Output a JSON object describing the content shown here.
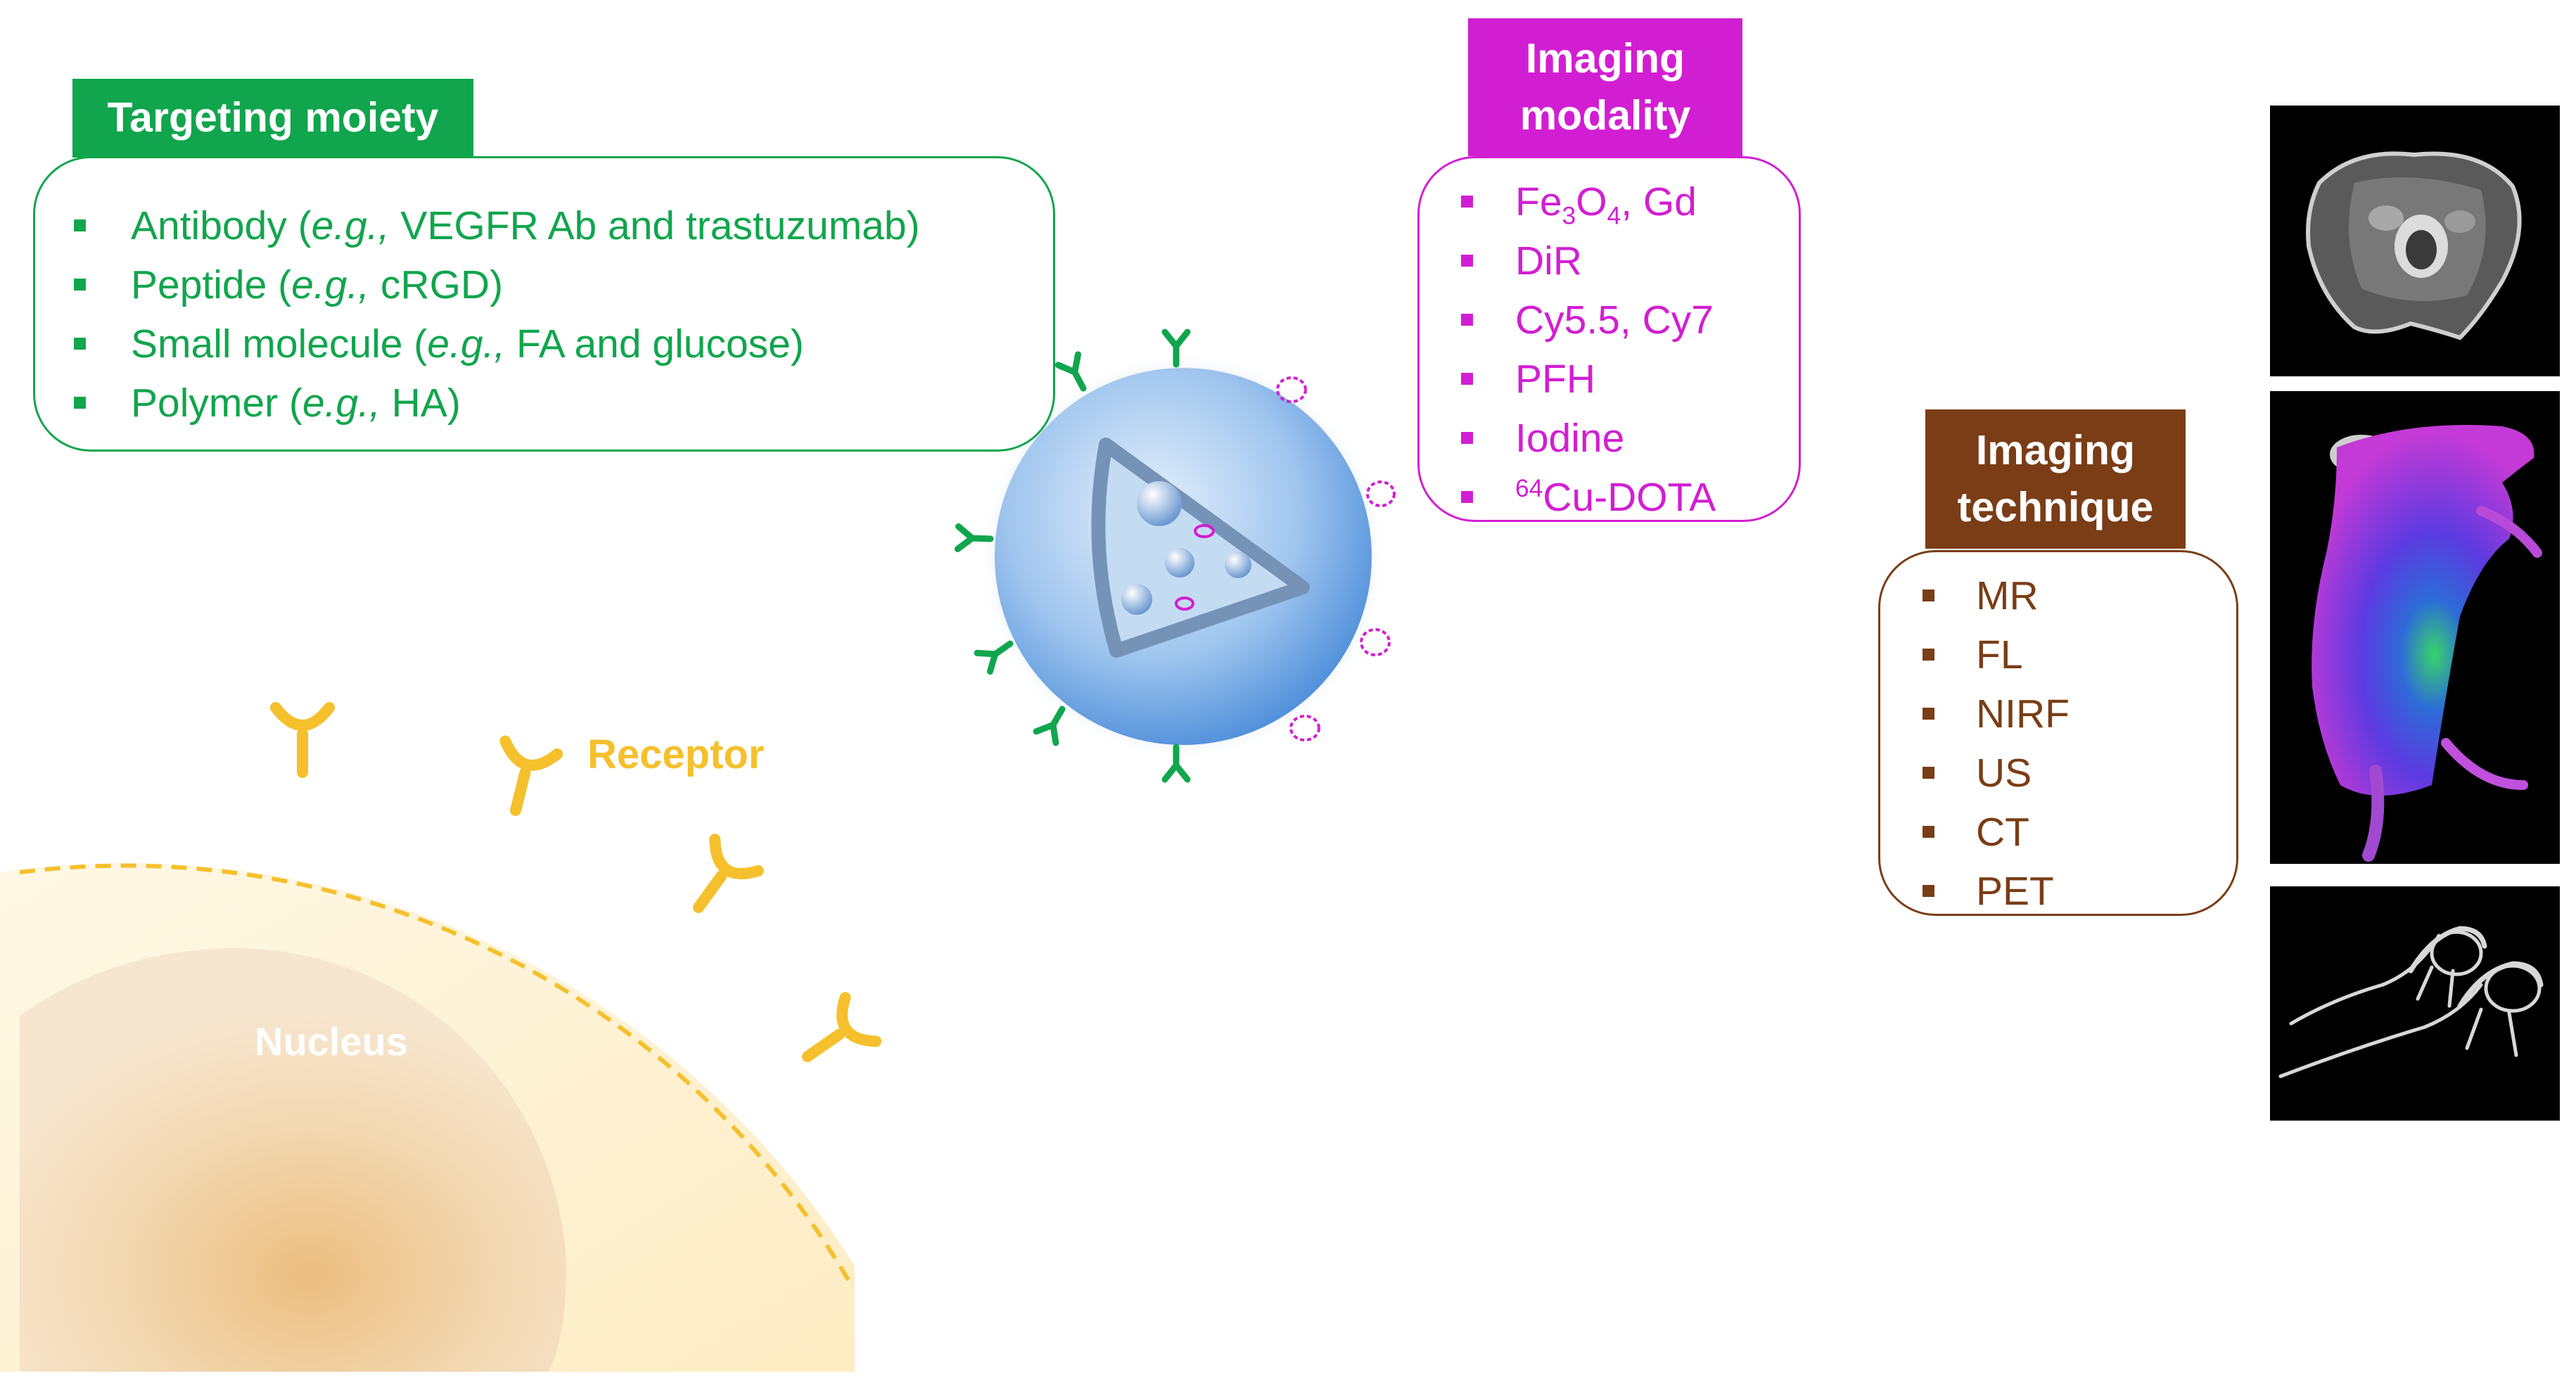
{
  "targeting_moiety": {
    "title": "Targeting moiety",
    "items": [
      {
        "name": "Antibody (",
        "eg": "e.g.,",
        "rest": " VEGFR Ab and trastuzumab)"
      },
      {
        "name": "Peptide (",
        "eg": "e.g.,",
        "rest": " cRGD)"
      },
      {
        "name": "Small molecule (",
        "eg": "e.g.,",
        "rest": " FA and glucose)"
      },
      {
        "name": "Polymer (",
        "eg": "e.g.,",
        "rest": " HA)"
      }
    ]
  },
  "imaging_modality": {
    "title": "Imaging modality",
    "items": [
      {
        "parts": [
          "Fe",
          "3",
          "O",
          "4",
          ", Gd"
        ]
      },
      {
        "text": "DiR"
      },
      {
        "text": "Cy5.5, Cy7"
      },
      {
        "text": "PFH"
      },
      {
        "text": "Iodine"
      },
      {
        "sup": "64",
        "text": "Cu-DOTA"
      }
    ]
  },
  "imaging_technique": {
    "title": "Imaging technique",
    "items": [
      "MR",
      "FL",
      "NIRF",
      "US",
      "CT",
      "PET"
    ]
  },
  "cell": {
    "receptor_label": "Receptor",
    "nucleus_label": "Nucleus"
  },
  "colors": {
    "targeting": "#11a54d",
    "modality": "#d21ed2",
    "technique": "#7a3d16",
    "receptor": "#f5c02c",
    "nanoparticle": "#7fb1e8"
  },
  "images": [
    "mr-scan-image",
    "fluorescence-mouse-image",
    "ct-skeleton-image"
  ]
}
